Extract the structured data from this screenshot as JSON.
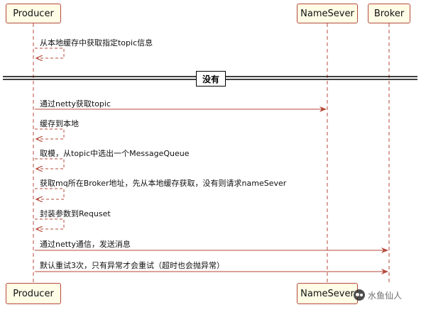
{
  "participants": {
    "producer": "Producer",
    "nameserver": "NameSever",
    "broker": "Broker"
  },
  "divider": {
    "label": "没有"
  },
  "messages": [
    {
      "text": "从本地缓存中获取指定topic信息",
      "from": "producer",
      "to": "producer",
      "style": "dashed-self"
    },
    {
      "text": "通过netty获取topic",
      "from": "producer",
      "to": "nameserver",
      "style": "solid"
    },
    {
      "text": "缓存到本地",
      "from": "producer",
      "to": "producer",
      "style": "dashed-self"
    },
    {
      "text": "取模，从topic中选出一个MessageQueue",
      "from": "producer",
      "to": "producer",
      "style": "dashed-self"
    },
    {
      "text": "获取mq所在Broker地址，先从本地缓存获取，没有则请求nameSever",
      "from": "producer",
      "to": "producer",
      "style": "dashed-self"
    },
    {
      "text": "封装参数到Requset",
      "from": "producer",
      "to": "producer",
      "style": "dashed-self"
    },
    {
      "text": "通过netty通信，发送消息",
      "from": "producer",
      "to": "broker",
      "style": "solid"
    },
    {
      "text": "默认重试3次，只有异常才会重试（超时也会抛异常）",
      "from": "producer",
      "to": "broker",
      "style": "solid"
    }
  ],
  "watermark": {
    "text": "水鱼仙人",
    "icon": "wechat-icon"
  },
  "colors": {
    "line": "#b5493a",
    "box_fill": "#fffde6",
    "text": "#111111"
  }
}
